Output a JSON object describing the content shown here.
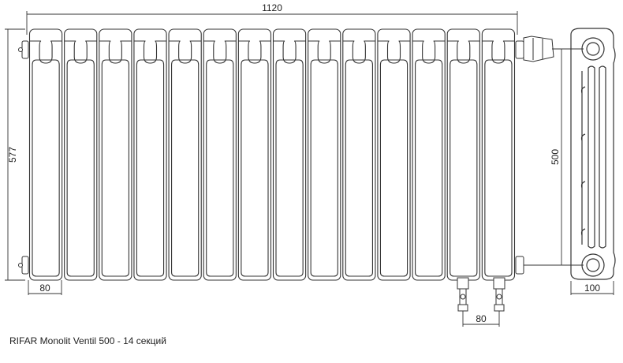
{
  "dimensions": {
    "width": "1120",
    "height": "577",
    "section_width": "80",
    "axis_distance": "500",
    "depth": "100",
    "bottom_connection": "80"
  },
  "caption": "RIFAR Monolit Ventil 500 - 14 секций",
  "sections": 14
}
